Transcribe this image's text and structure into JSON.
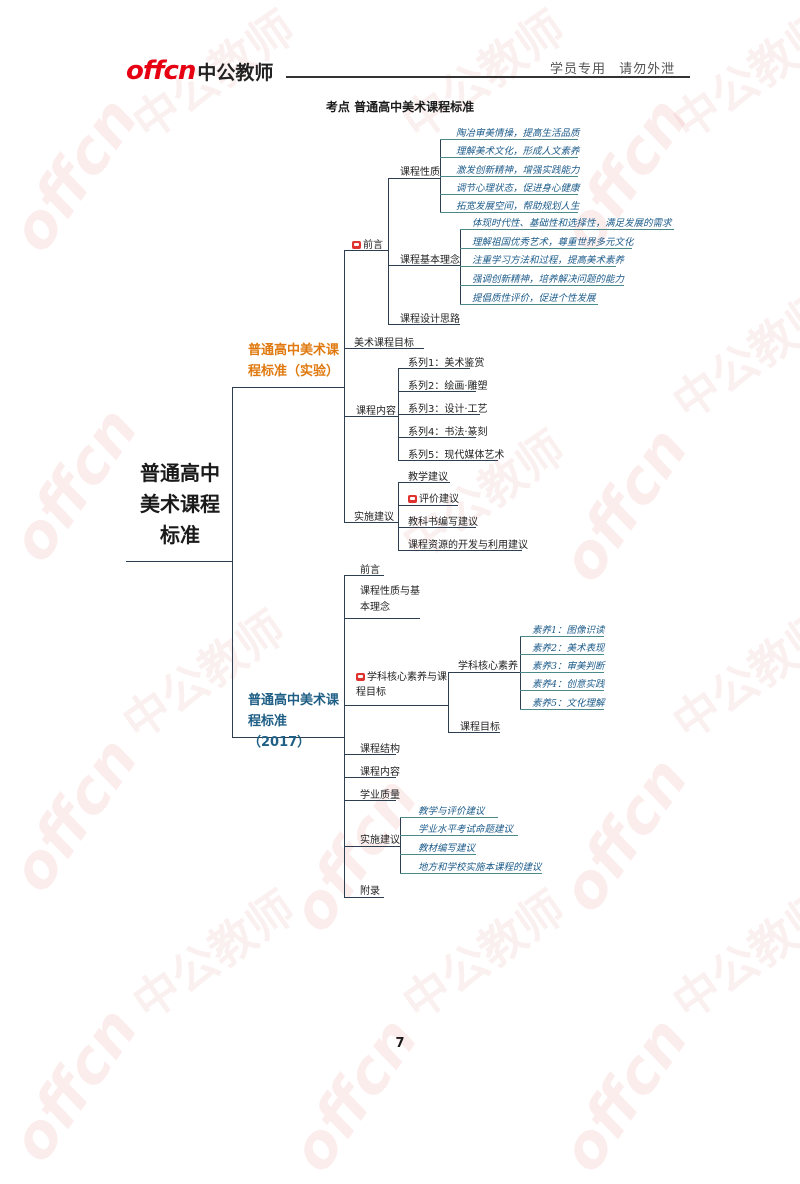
{
  "header": {
    "logo_en": "offcn",
    "logo_cn": "中公教师",
    "notice": "学员专用 请勿外泄"
  },
  "page_title": "考点 普通高中美术课程标准",
  "mindmap": {
    "root": "普通高中美术课程标准",
    "branch_a": {
      "label": "普通高中美术课程标准（实验）",
      "preface": {
        "label": "前言",
        "nature": {
          "label": "课程性质",
          "items": [
            "陶冶审美情操，提高生活品质",
            "理解美术文化，形成人文素养",
            "激发创新精神，增强实践能力",
            "调节心理状态，促进身心健康",
            "拓宽发展空间，帮助规划人生"
          ]
        },
        "ideas": {
          "label": "课程基本理念",
          "items": [
            "体现时代性、基础性和选择性，满足发展的需求",
            "理解祖国优秀艺术，尊重世界多元文化",
            "注重学习方法和过程，提高美术素养",
            "强调创新精神，培养解决问题的能力",
            "提倡质性评价，促进个性发展"
          ]
        },
        "design": "课程设计思路"
      },
      "goal": "美术课程目标",
      "content": {
        "label": "课程内容",
        "items": [
          "系列1：美术鉴赏",
          "系列2：绘画·雕塑",
          "系列3：设计·工艺",
          "系列4：书法·篆刻",
          "系列5：现代媒体艺术"
        ]
      },
      "implement": {
        "label": "实施建议",
        "items": [
          "教学建议",
          "评价建议",
          "教科书编写建议",
          "课程资源的开发与利用建议"
        ]
      }
    },
    "branch_b": {
      "label": "普通高中美术课程标准（2017）",
      "preface": "前言",
      "nature": "课程性质与基本理念",
      "core": {
        "label": "学科核心素养与课程目标",
        "literacy": {
          "label": "学科核心素养",
          "items": [
            "素养1：图像识读",
            "素养2：美术表现",
            "素养3：审美判断",
            "素养4：创意实践",
            "素养5：文化理解"
          ]
        },
        "goal": "课程目标"
      },
      "structure": "课程结构",
      "content": "课程内容",
      "quality": "学业质量",
      "implement": {
        "label": "实施建议",
        "items": [
          "教学与评价建议",
          "学业水平考试命题建议",
          "教材编写建议",
          "地方和学校实施本课程的建议"
        ]
      },
      "appendix": "附录"
    }
  },
  "page_number": "7"
}
